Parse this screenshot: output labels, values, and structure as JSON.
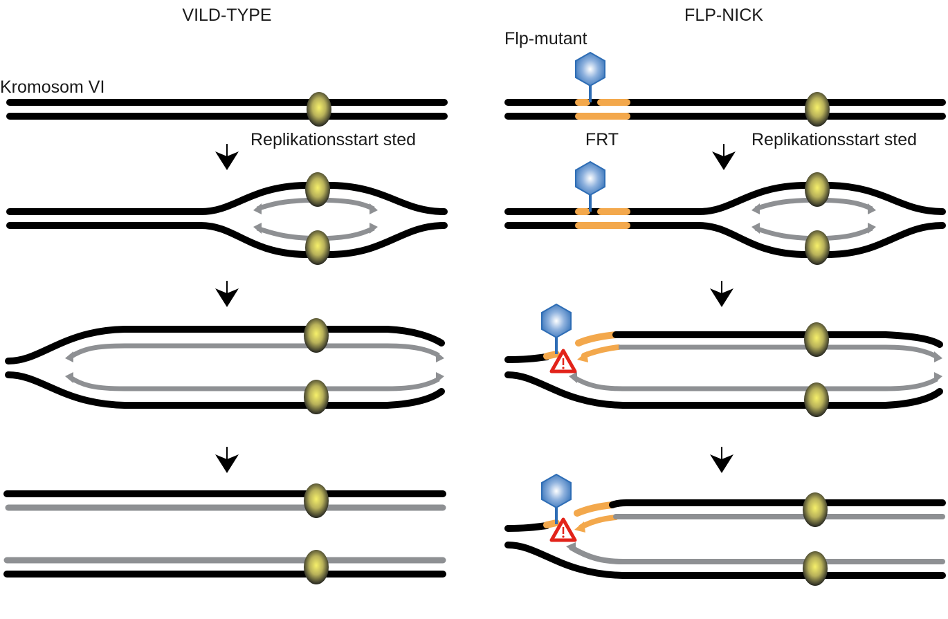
{
  "panels": {
    "left": {
      "title": "VILD-TYPE",
      "chromosome_label": "Kromosom VI",
      "origin_label": "Replikationsstart sted"
    },
    "right": {
      "title": "FLP-NICK",
      "protein_label": "Flp-mutant",
      "site_label": "FRT",
      "origin_label": "Replikationsstart sted"
    }
  },
  "stages": [
    "unreplicated",
    "replication-bubble",
    "expanded-fork",
    "completed-or-collapsed"
  ],
  "legend": {
    "parental_strand": "black",
    "new_strand": "gray",
    "frt_site": "orange",
    "flp_protein": "blue hexagon",
    "nick_damage": "red warning triangle",
    "origin": "yellow oval"
  },
  "colors": {
    "parental": "#000000",
    "nascent": "#8e9093",
    "frt": "#f3a84c",
    "flp": "#2e6db5",
    "warning": "#e2231a",
    "origin": "#e8e26a"
  }
}
